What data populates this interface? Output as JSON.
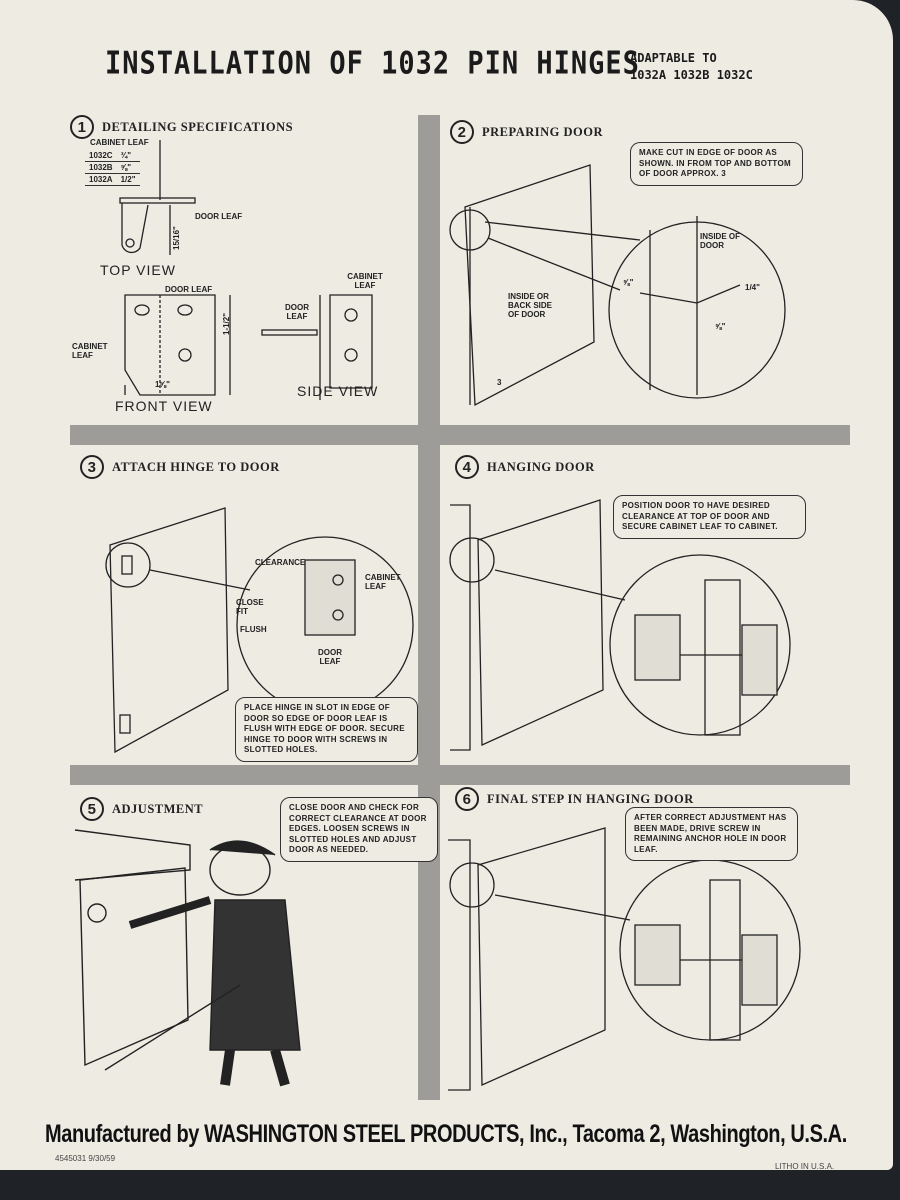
{
  "header": {
    "title": "INSTALLATION OF 1032 PIN HINGES",
    "adaptable_line1": "ADAPTABLE TO",
    "adaptable_line2": "1032A 1032B 1032C"
  },
  "steps": [
    {
      "number": "1",
      "title": "DETAILING SPECIFICATIONS"
    },
    {
      "number": "2",
      "title": "PREPARING DOOR"
    },
    {
      "number": "3",
      "title": "ATTACH HINGE TO DOOR"
    },
    {
      "number": "4",
      "title": "HANGING DOOR"
    },
    {
      "number": "5",
      "title": "ADJUSTMENT"
    },
    {
      "number": "6",
      "title": "FINAL STEP IN HANGING DOOR"
    }
  ],
  "spec": {
    "cabinet_leaf": "CABINET LEAF",
    "rows": [
      {
        "model": "1032C",
        "size": "¾\""
      },
      {
        "model": "1032B",
        "size": "⅝\""
      },
      {
        "model": "1032A",
        "size": "1/2\""
      }
    ],
    "door_leaf": "DOOR LEAF",
    "height_dim": "15/16\"",
    "top_view": "TOP VIEW",
    "front_door_leaf": "DOOR LEAF",
    "front_cabinet_leaf": "CABINET LEAF",
    "front_height": "1-1/2\"",
    "front_width": "1⅝\"",
    "front_view": "FRONT VIEW",
    "side_door_leaf": "DOOR LEAF",
    "side_cabinet_leaf": "CABINET LEAF",
    "side_view": "SIDE VIEW"
  },
  "prep": {
    "note": "MAKE CUT IN EDGE OF DOOR AS SHOWN. IN FROM TOP AND BOTTOM OF DOOR APPROX. 3",
    "inside_of_door": "INSIDE OF DOOR",
    "inside_back": "INSIDE OR BACK SIDE OF DOOR",
    "dim_a": "⅝\"",
    "dim_b": "1/4\"",
    "dim_c": "⅝\"",
    "dim_3": "3"
  },
  "attach": {
    "clearance": "CLEARANCE",
    "close_fit": "CLOSE FIT",
    "flush": "FLUSH",
    "cabinet_leaf": "CABINET LEAF",
    "door_leaf": "DOOR LEAF",
    "note": "PLACE HINGE IN SLOT IN EDGE OF DOOR SO EDGE OF DOOR LEAF IS FLUSH WITH EDGE OF DOOR. SECURE HINGE TO DOOR WITH SCREWS IN SLOTTED HOLES."
  },
  "hanging": {
    "note": "POSITION DOOR TO HAVE DESIRED CLEARANCE AT TOP OF DOOR AND SECURE CABINET LEAF TO CABINET."
  },
  "adjustment": {
    "note": "CLOSE DOOR AND CHECK FOR CORRECT CLEARANCE AT DOOR EDGES. LOOSEN SCREWS IN SLOTTED HOLES AND ADJUST DOOR AS NEEDED."
  },
  "final": {
    "note": "AFTER CORRECT ADJUSTMENT HAS BEEN MADE, DRIVE SCREW IN REMAINING ANCHOR HOLE IN DOOR LEAF."
  },
  "footer": {
    "manufacturer": "Manufactured by WASHINGTON STEEL PRODUCTS, Inc., Tacoma 2, Washington, U.S.A.",
    "code": "4545031  9/30/59",
    "litho": "LITHO IN U.S.A."
  }
}
